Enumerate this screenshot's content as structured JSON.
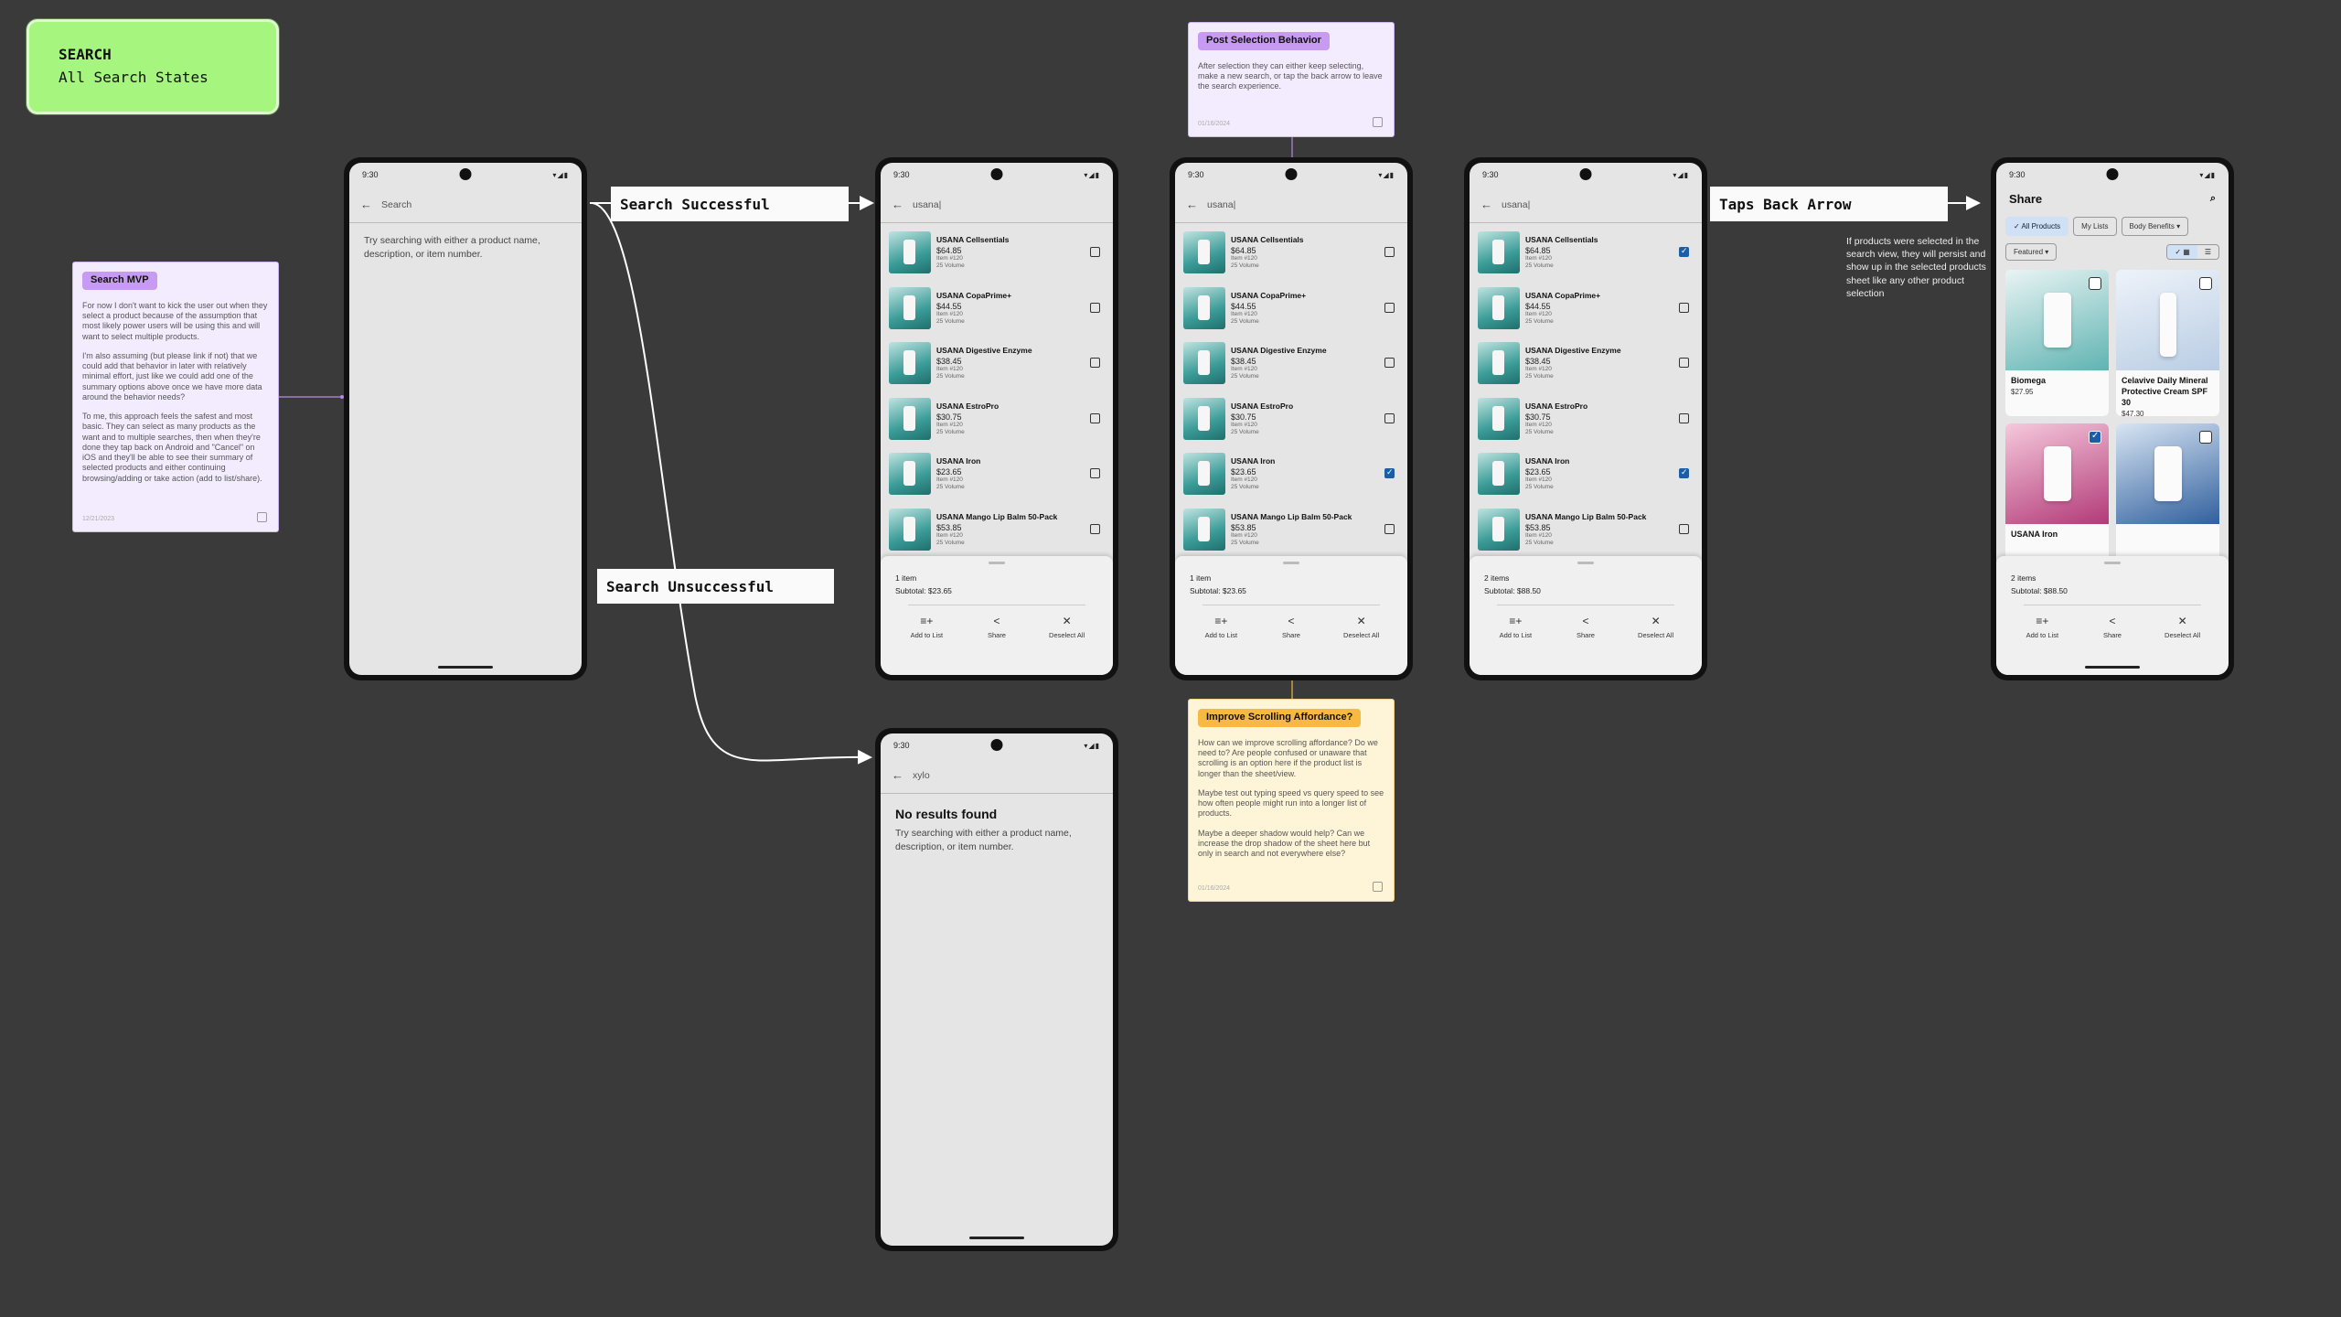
{
  "title_card": {
    "line1": "SEARCH",
    "line2": "All Search States"
  },
  "flow_labels": {
    "search_successful": "Search Successful",
    "search_unsuccessful": "Search Unsuccessful",
    "taps_back_arrow": "Taps Back Arrow"
  },
  "side_text": "If products were selected in the search view, they will persist and show up in the selected products sheet like any other product selection",
  "notes": {
    "mvp": {
      "tag": "Search MVP",
      "p1": "For now I don't want to kick the user out when they select a product because of the assumption that most likely power users will be using this and will want to select multiple products.",
      "p2": "I'm also assuming (but please link if not) that we could add that behavior in later with relatively minimal effort, just like we could add one of the summary options above once we have more data around the behavior needs?",
      "p3": "To me, this approach feels the safest and most basic. They can select as many products as the want and to multiple searches, then when they're done they tap back on Android and \"Cancel\" on iOS and they'll be able to see their summary of selected products and either continuing browsing/adding or take action (add to list/share).",
      "date": "12/21/2023"
    },
    "post_selection": {
      "tag": "Post Selection Behavior",
      "p1": "After selection they can either keep selecting, make a new search, or tap the back arrow to leave the search experience.",
      "date": "01/16/2024"
    },
    "scrolling": {
      "tag": "Improve Scrolling Affordance?",
      "p1": "How can we improve scrolling affordance? Do we need to? Are people confused or unaware that scrolling is an option here if the product list is longer than the sheet/view.",
      "p2": "Maybe test out typing speed vs query speed to see how often people might run into a longer list of products.",
      "p3": "Maybe a deeper shadow would help? Can we increase the drop shadow of the sheet here but only in search and not everywhere else?",
      "date": "01/16/2024"
    }
  },
  "phone": {
    "time": "9:30",
    "back_icon": "back-arrow-icon",
    "empty_search_placeholder": "Search",
    "hint": "Try searching with either a product name, description, or item number.",
    "query_usana": "usana|",
    "query_xylo": "xylo",
    "no_results_title": "No results found",
    "no_results_hint": "Try searching with either a product name, description, or item number."
  },
  "products": [
    {
      "name": "USANA Cellsentials",
      "price": "$64.85",
      "item": "Item #120",
      "volume": "25 Volume"
    },
    {
      "name": "USANA CopaPrime+",
      "price": "$44.55",
      "item": "Item #120",
      "volume": "25 Volume"
    },
    {
      "name": "USANA Digestive Enzyme",
      "price": "$38.45",
      "item": "Item #120",
      "volume": "25 Volume"
    },
    {
      "name": "USANA EstroPro",
      "price": "$30.75",
      "item": "Item #120",
      "volume": "25 Volume"
    },
    {
      "name": "USANA Iron",
      "price": "$23.65",
      "item": "Item #120",
      "volume": "25 Volume"
    },
    {
      "name": "USANA Mango Lip Balm 50-Pack",
      "price": "$53.85",
      "item": "Item #120",
      "volume": "25 Volume"
    }
  ],
  "sheets": {
    "one": {
      "count": "1 item",
      "subtotal": "Subtotal: $23.65"
    },
    "two": {
      "count": "2 items",
      "subtotal": "Subtotal: $88.50"
    }
  },
  "actions": {
    "add": "Add to List",
    "share": "Share",
    "deselect": "Deselect All"
  },
  "share_screen": {
    "title": "Share",
    "chips": [
      "All Products",
      "My Lists",
      "Body Benefits"
    ],
    "sort": "Featured",
    "cards": [
      {
        "name": "Biomega",
        "price": "$27.95"
      },
      {
        "name": "Celavive Daily Mineral Protective Cream SPF 30",
        "price": "$47.30"
      },
      {
        "name": "USANA Iron",
        "price": ""
      },
      {
        "name": "",
        "price": ""
      }
    ]
  },
  "colors": {
    "background": "#3a3a3a",
    "title_green": "#a6f57e",
    "check_blue": "#1c5da8"
  }
}
